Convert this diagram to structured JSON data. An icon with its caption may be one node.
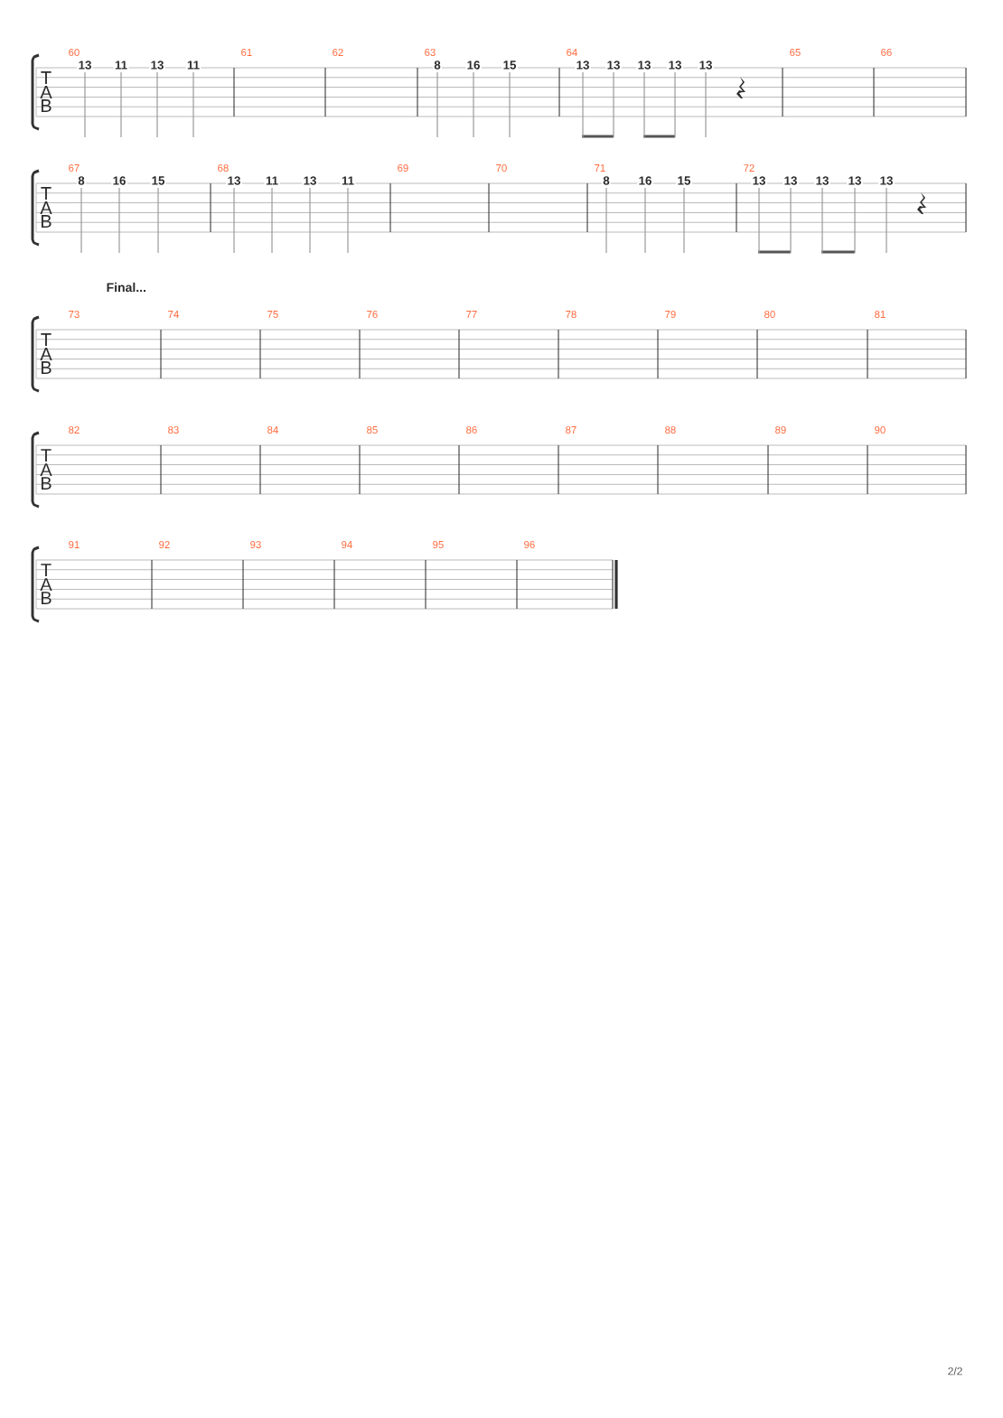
{
  "diagram": {
    "labels": [
      "60",
      "13",
      "11",
      "13",
      "11",
      "61",
      "62",
      "63",
      "8",
      "16",
      "15",
      "64",
      "13",
      "13",
      "13",
      "13",
      "13",
      "65",
      "66",
      "T",
      "A",
      "B",
      "67",
      "8",
      "16",
      "15",
      "68",
      "13",
      "11",
      "13",
      "11",
      "69",
      "70",
      "71",
      "8",
      "16",
      "15",
      "72",
      "13",
      "13",
      "13",
      "13",
      "13",
      "T",
      "A",
      "B",
      "Final...",
      "73",
      "74",
      "75",
      "76",
      "77",
      "78",
      "79",
      "80",
      "81",
      "T",
      "A",
      "B",
      "82",
      "83",
      "84",
      "85",
      "86",
      "87",
      "88",
      "89",
      "90",
      "T",
      "A",
      "B",
      "91",
      "92",
      "93",
      "94",
      "95",
      "96",
      "T",
      "A",
      "B",
      "2/2"
    ]
  }
}
